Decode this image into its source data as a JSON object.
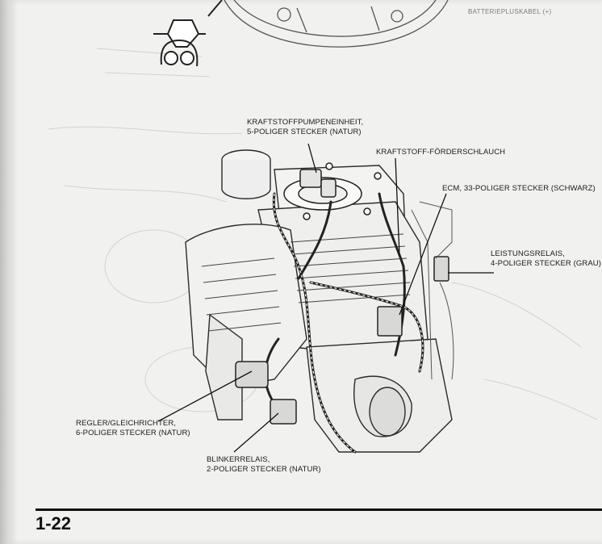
{
  "callouts": {
    "fuel_pump": [
      "KRAFTSTOFFPUMPENEINHEIT,",
      "5-POLIGER STECKER (NATUR)"
    ],
    "fuel_hose": [
      "KRAFTSTOFF-FÖRDERSCHLAUCH"
    ],
    "ecm": [
      "ECM, 33-POLIGER STECKER (SCHWARZ)"
    ],
    "power_relay": [
      "LEISTUNGSRELAIS,",
      "4-POLIGER STECKER (GRAU)"
    ],
    "regulator": [
      "REGLER/GLEICHRICHTER,",
      "6-POLIGER STECKER (NATUR)"
    ],
    "turn_relay": [
      "BLINKERRELAIS,",
      "2-POLIGER STECKER (NATUR)"
    ]
  },
  "header_label": "BATTERIEPLUSKABEL (+)",
  "page_number": "1-22"
}
